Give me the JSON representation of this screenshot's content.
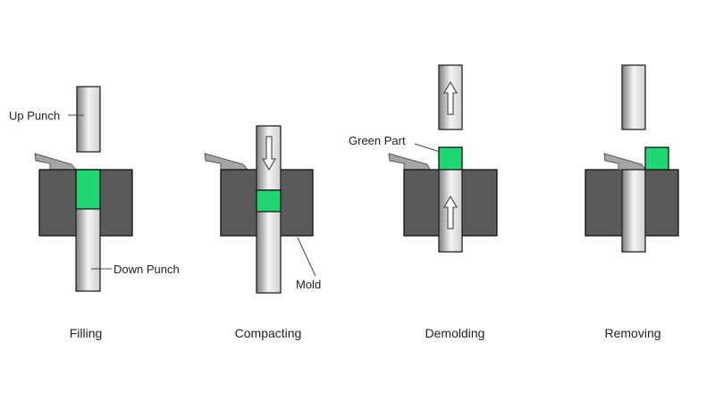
{
  "labels": {
    "up_punch": "Up Punch",
    "down_punch": "Down Punch",
    "mold": "Mold",
    "green_part": "Green Part"
  },
  "steps": [
    {
      "caption": "Filling"
    },
    {
      "caption": "Compacting"
    },
    {
      "caption": "Demolding"
    },
    {
      "caption": "Removing"
    }
  ],
  "colors": {
    "green_part": "#1fd873",
    "mold": "#5a5a5a",
    "shoe": "#a5a5a5"
  }
}
